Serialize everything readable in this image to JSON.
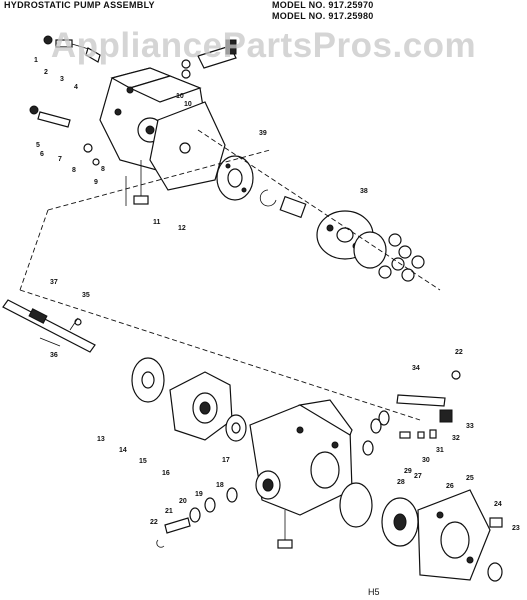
{
  "header": {
    "title": "HYDROSTATIC PUMP ASSEMBLY",
    "model_line_1": "MODEL NO. 917.25970",
    "model_line_2": "MODEL NO. 917.25980"
  },
  "watermark": "AppliancePartsPros.com",
  "footer": {
    "code": "H5"
  },
  "callouts": [
    "1",
    "2",
    "3",
    "4",
    "5",
    "6",
    "7",
    "8",
    "9",
    "10",
    "11",
    "12",
    "13",
    "14",
    "15",
    "16",
    "17",
    "18",
    "19",
    "20",
    "21",
    "22",
    "23",
    "24",
    "25",
    "26",
    "27",
    "28",
    "29",
    "30",
    "31",
    "32",
    "33",
    "34",
    "35",
    "36",
    "37",
    "38",
    "39"
  ],
  "extra_callouts": [
    "8",
    "10",
    "22"
  ]
}
